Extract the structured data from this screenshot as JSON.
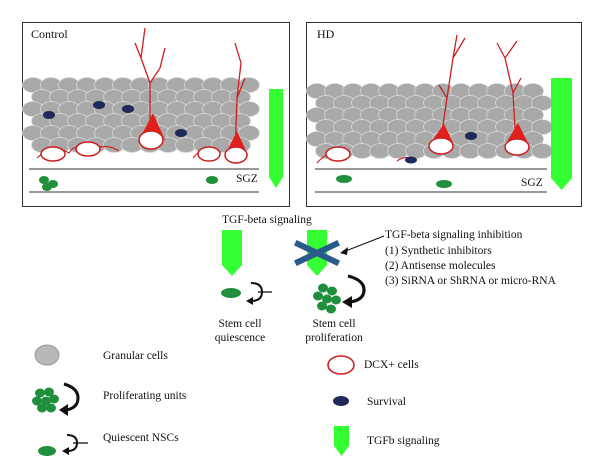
{
  "panels": {
    "control": {
      "title": "Control",
      "sgz_label": "SGZ"
    },
    "hd": {
      "title": "HD",
      "sgz_label": "SGZ"
    }
  },
  "center": {
    "tgf_signaling": "TGF-beta signaling",
    "inhibition_title": "TGF-beta signaling inhibition",
    "inhibitors": [
      "(1) Synthetic inhibitors",
      "(2) Antisense molecules",
      "(3) SiRNA or ShRNA or micro-RNA"
    ],
    "quiescence_label": [
      "Stem cell",
      "quiescence"
    ],
    "proliferation_label": [
      "Stem cell",
      "proliferation"
    ]
  },
  "legend": {
    "granular": "Granular cells",
    "proliferating": "Proliferating units",
    "quiescent": "Quiescent NSCs",
    "dcx": "DCX+ cells",
    "survival": "Survival",
    "tgfb": "TGFb signaling"
  },
  "colors": {
    "granular": "#a6a6a6",
    "dcx_outline": "#cc1f1f",
    "dcx_body": "#e0201c",
    "survival": "#1f2a5a",
    "nsc": "#1f8f3c",
    "tgfb": "#33ff33",
    "inhibit_x": "#2a5a8a"
  }
}
